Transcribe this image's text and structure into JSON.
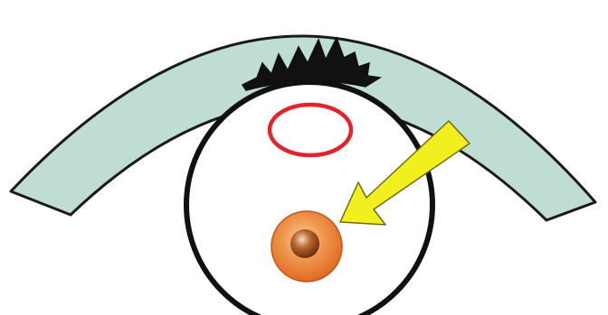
{
  "diagram": {
    "shapes": [
      {
        "name": "cornea-arc",
        "kind": "curved band",
        "fill": "#bfddd4",
        "stroke": "#1a1a1a"
      },
      {
        "name": "adhesion-spikes",
        "kind": "jagged dark tissue",
        "fill": "#111111"
      },
      {
        "name": "lens-circle",
        "kind": "circle",
        "fill": "#ffffff",
        "stroke": "#111111"
      },
      {
        "name": "red-ring",
        "kind": "ellipse outline",
        "stroke": "#e8202a"
      },
      {
        "name": "orange-nodule",
        "kind": "sphere",
        "fill": "#e8742a"
      },
      {
        "name": "yellow-arrow",
        "kind": "arrow",
        "fill": "#f2ef1f",
        "stroke": "#6f6a10"
      }
    ],
    "colors": {
      "cornea": "#bfddd4",
      "outline": "#111111",
      "ring": "#e8202a",
      "nodule_outer": "#e8742a",
      "nodule_core": "#8a3d14",
      "arrow": "#f2ef1f"
    }
  }
}
